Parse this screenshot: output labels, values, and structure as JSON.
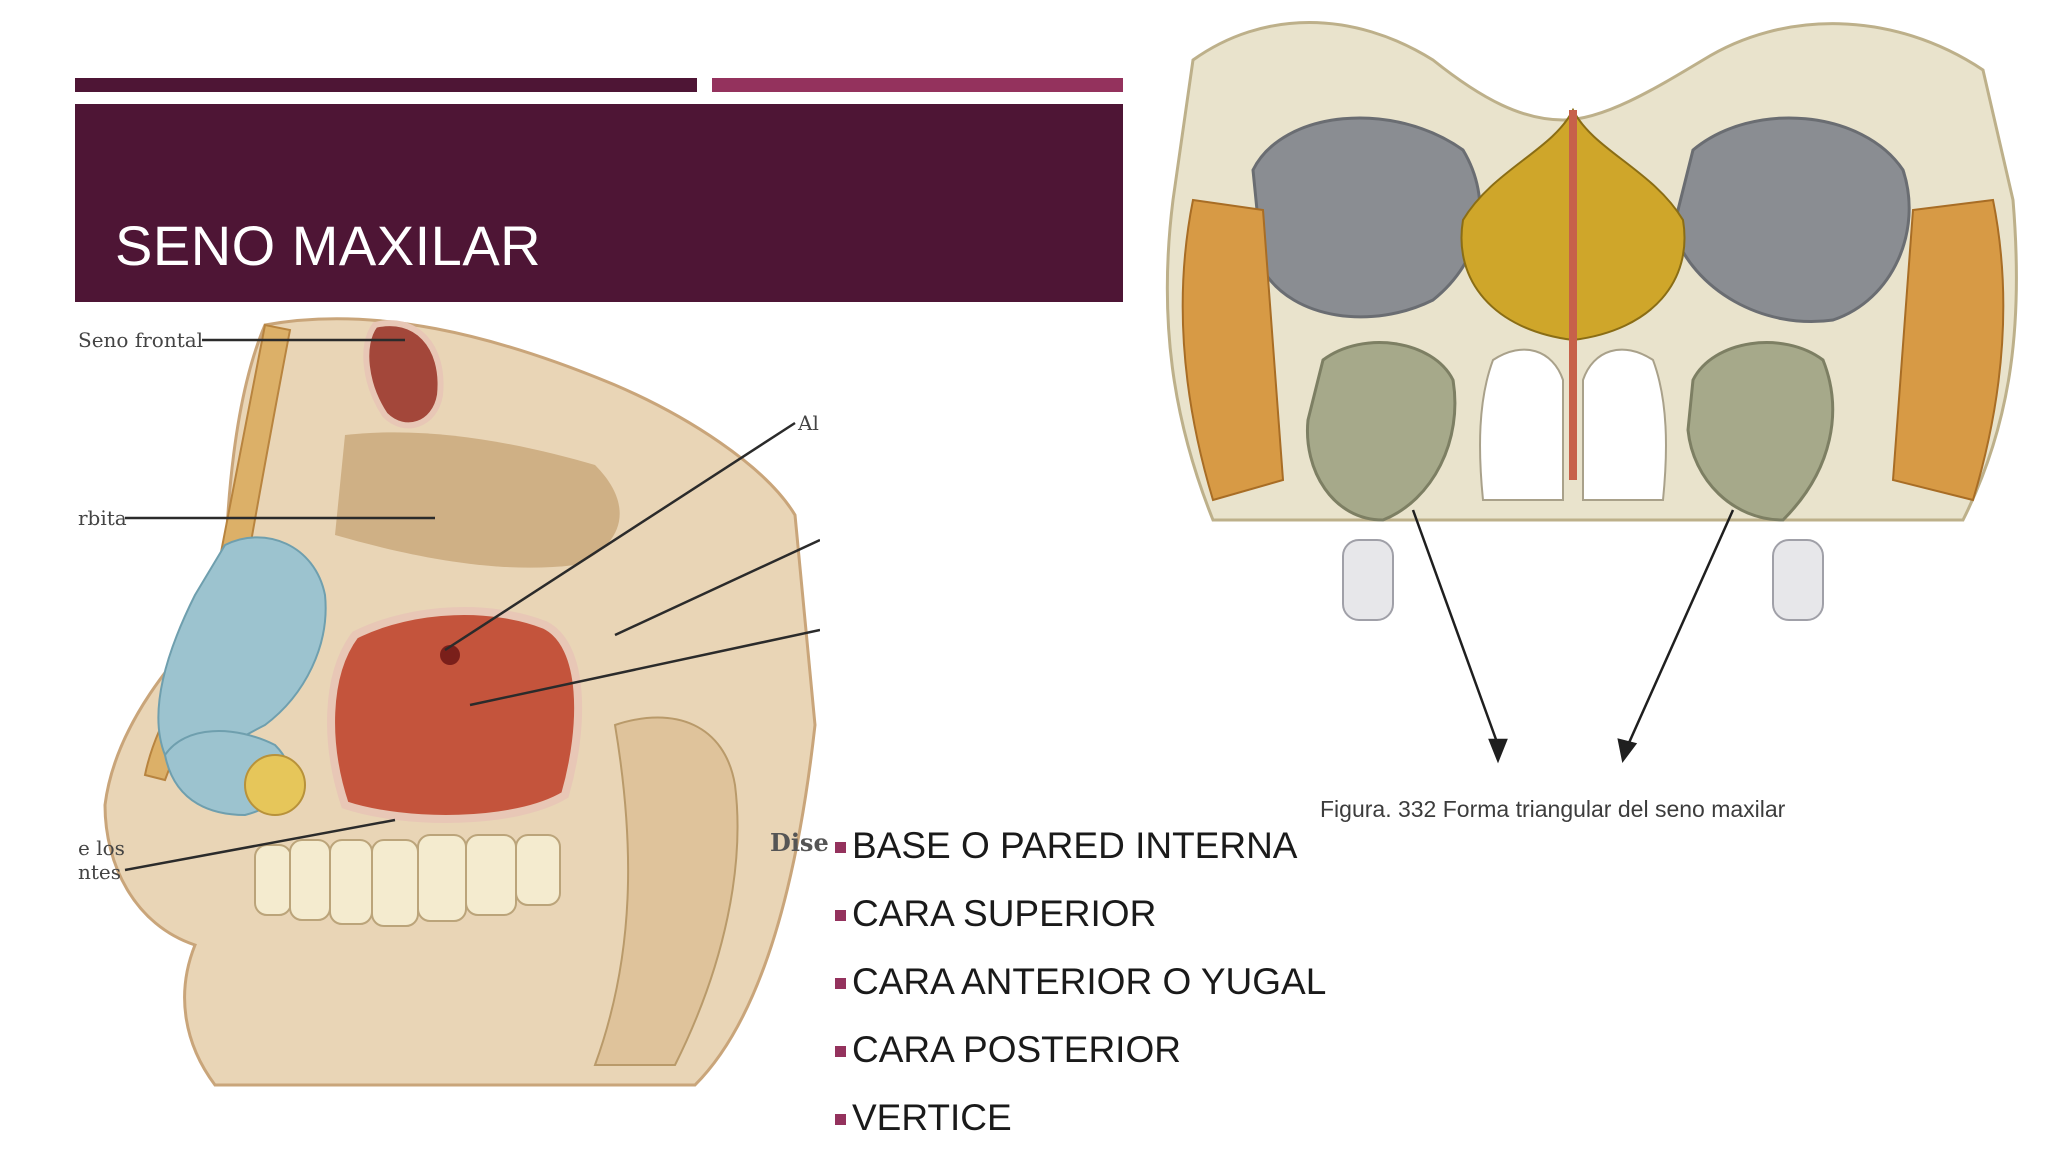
{
  "slide": {
    "title": "SENO MAXILAR"
  },
  "left_figure": {
    "labels": {
      "frontal_sinus": "Seno frontal",
      "orbit": "rbita",
      "teeth_line1": "e los",
      "teeth_line2": "ntes",
      "top_right": "Al",
      "cut_text": "Dise"
    }
  },
  "right_figure": {
    "caption": "Figura. 332 Forma triangular del seno maxilar"
  },
  "bullets": [
    "BASE O PARED INTERNA",
    "CARA SUPERIOR",
    "CARA  ANTERIOR O YUGAL",
    "CARA POSTERIOR",
    "VERTICE"
  ],
  "colors": {
    "banner": "#4e1535",
    "accent": "#94325d",
    "bullet": "#94325d"
  }
}
